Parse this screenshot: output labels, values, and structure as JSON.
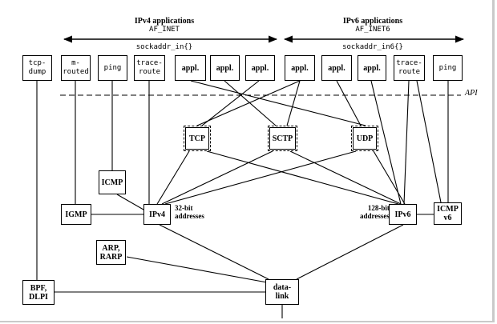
{
  "groups": {
    "ipv4": {
      "title": "IPv4 applications",
      "family": "AF_INET",
      "sockaddr": "sockaddr_in{}"
    },
    "ipv6": {
      "title": "IPv6 applications",
      "family": "AF_INET6",
      "sockaddr": "sockaddr_in6{}"
    }
  },
  "api_label": "API",
  "apps": {
    "tcpdump": "tcp-\ndump",
    "mrouted": "m-\nrouted",
    "ping4": "ping",
    "traceroute4": "trace-\nroute",
    "appl1": "appl.",
    "appl2": "appl.",
    "appl3": "appl.",
    "appl4": "appl.",
    "appl5": "appl.",
    "appl6": "appl.",
    "traceroute6": "trace-\nroute",
    "ping6": "ping"
  },
  "protocols": {
    "tcp": "TCP",
    "sctp": "SCTP",
    "udp": "UDP",
    "icmp": "ICMP",
    "igmp": "IGMP",
    "ipv4": "IPv4",
    "ipv6": "IPv6",
    "icmpv6": "ICMP\nv6",
    "arp": "ARP,\nRARP",
    "bpf": "BPF,\nDLPI",
    "datalink": "data-\nlink"
  },
  "address_labels": {
    "ipv4": "32-bit\naddresses",
    "ipv6": "128-bit\naddresses"
  }
}
